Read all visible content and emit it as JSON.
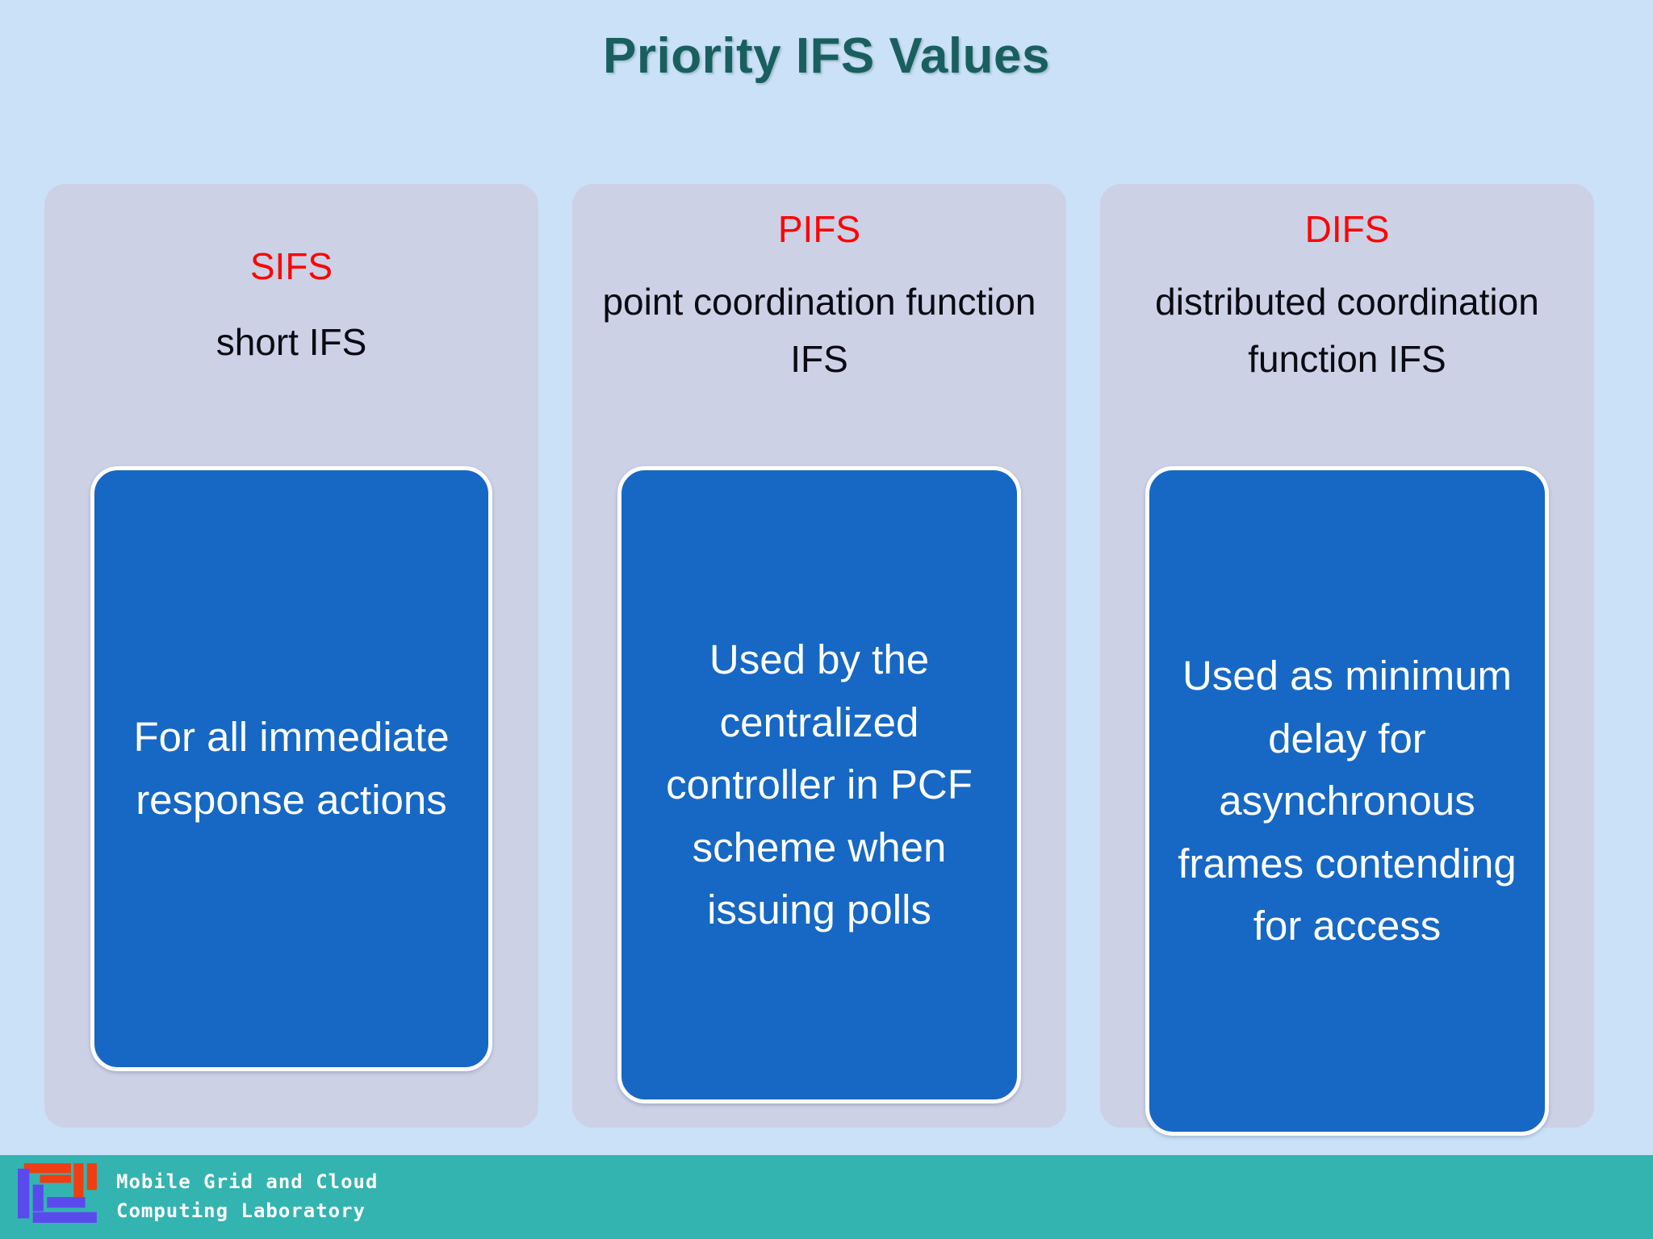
{
  "slide": {
    "title": "Priority IFS Values",
    "title_color": "#1a5f60",
    "background_color": "#cae1f7"
  },
  "panels": [
    {
      "acronym": "SIFS",
      "acronym_color": "#fd0505",
      "subtitle": "short IFS",
      "callout": "For all immediate response actions",
      "callout_bg": "#1668c4",
      "panel_bg": "#ccd1e6"
    },
    {
      "acronym": "PIFS",
      "acronym_color": "#fd0505",
      "subtitle": "point coordination function IFS",
      "callout": "Used by the centralized controller in PCF scheme when issuing polls",
      "callout_bg": "#1668c4",
      "panel_bg": "#ccd1e6"
    },
    {
      "acronym": "DIFS",
      "acronym_color": "#fd0505",
      "subtitle": "distributed coordination function IFS",
      "callout": "Used as minimum delay for asynchronous frames contending for access",
      "callout_bg": "#1668c4",
      "panel_bg": "#ccd1e6"
    }
  ],
  "footer": {
    "line1": "Mobile Grid and Cloud",
    "line2": "Computing Laboratory",
    "background_color": "#33b4b0",
    "text_color": "#ffffff",
    "logo_red": "#f03d11",
    "logo_blue": "#5a4aee"
  }
}
